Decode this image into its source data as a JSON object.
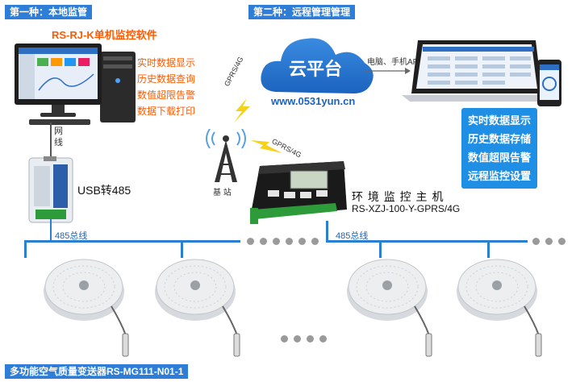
{
  "local": {
    "tag": "第一种：本地监管",
    "software_title": "RS-RJ-K单机监控软件",
    "features": [
      "实时数据显示",
      "历史数据查询",
      "数值超限告警",
      "数据下载打印"
    ],
    "cable_label": "网\n线",
    "converter_label": "USB转485"
  },
  "remote": {
    "tag": "第二种：远程管理管理",
    "cloud_label": "云平台",
    "website": "www.0531yun.cn",
    "devices_label": "电脑、手机APP等",
    "features": [
      "实时数据显示",
      "历史数据存储",
      "数值超限告警",
      "远程监控设置"
    ],
    "link_label_1": "GPRS/4G",
    "link_label_2": "GPRS/4G",
    "tower_label": "基 站",
    "host_label": "环 境 监 控 主 机",
    "host_model": "RS-XZJ-100-Y-GPRS/4G"
  },
  "bus": {
    "left_label": "485总线",
    "right_label": "485总线"
  },
  "sensor": {
    "name": "多功能空气质量变送器RS-MG111-N01-1"
  },
  "colors": {
    "accent_blue": "#2e7dd6",
    "orange": "#ff5a00",
    "bus_blue": "#2a7fd0"
  }
}
